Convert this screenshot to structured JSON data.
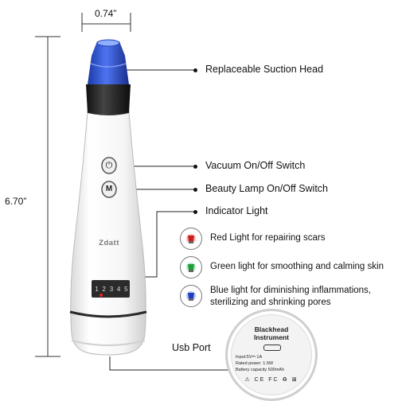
{
  "dimensions": {
    "width": "0.74”",
    "height": "6.70”"
  },
  "callouts": {
    "suction_head": "Replaceable Suction Head",
    "vacuum_switch": "Vacuum On/Off Switch",
    "lamp_switch": "Beauty Lamp On/Off Switch",
    "indicator": "Indicator Light",
    "usb_port": "Usb Port"
  },
  "lights": [
    {
      "text": "Red Light for repairing scars",
      "color": "#d8272b"
    },
    {
      "text": "Green light for smoothing and calming skin",
      "color": "#1e9e3a"
    },
    {
      "text": "Blue light for diminishing inflammations, sterilizing and shrinking pores",
      "color": "#1f3fbf"
    }
  ],
  "device": {
    "brand": "Zdatt",
    "levels": [
      "1",
      "2",
      "3",
      "4",
      "5"
    ],
    "vacuum_button_symbol": "⏻",
    "lamp_button_symbol": "M"
  },
  "base_label": {
    "line1": "Blackhead",
    "line2": "Instrument",
    "spec1": "Input:5V⎓ 1A",
    "spec2": "Rated power: 1.5W",
    "spec3": "Battery capacity 500mAh"
  },
  "colors": {
    "suction_head": "#2a4fd6",
    "device_body": "#f4f4f4",
    "ring": "#1a1a1a"
  }
}
